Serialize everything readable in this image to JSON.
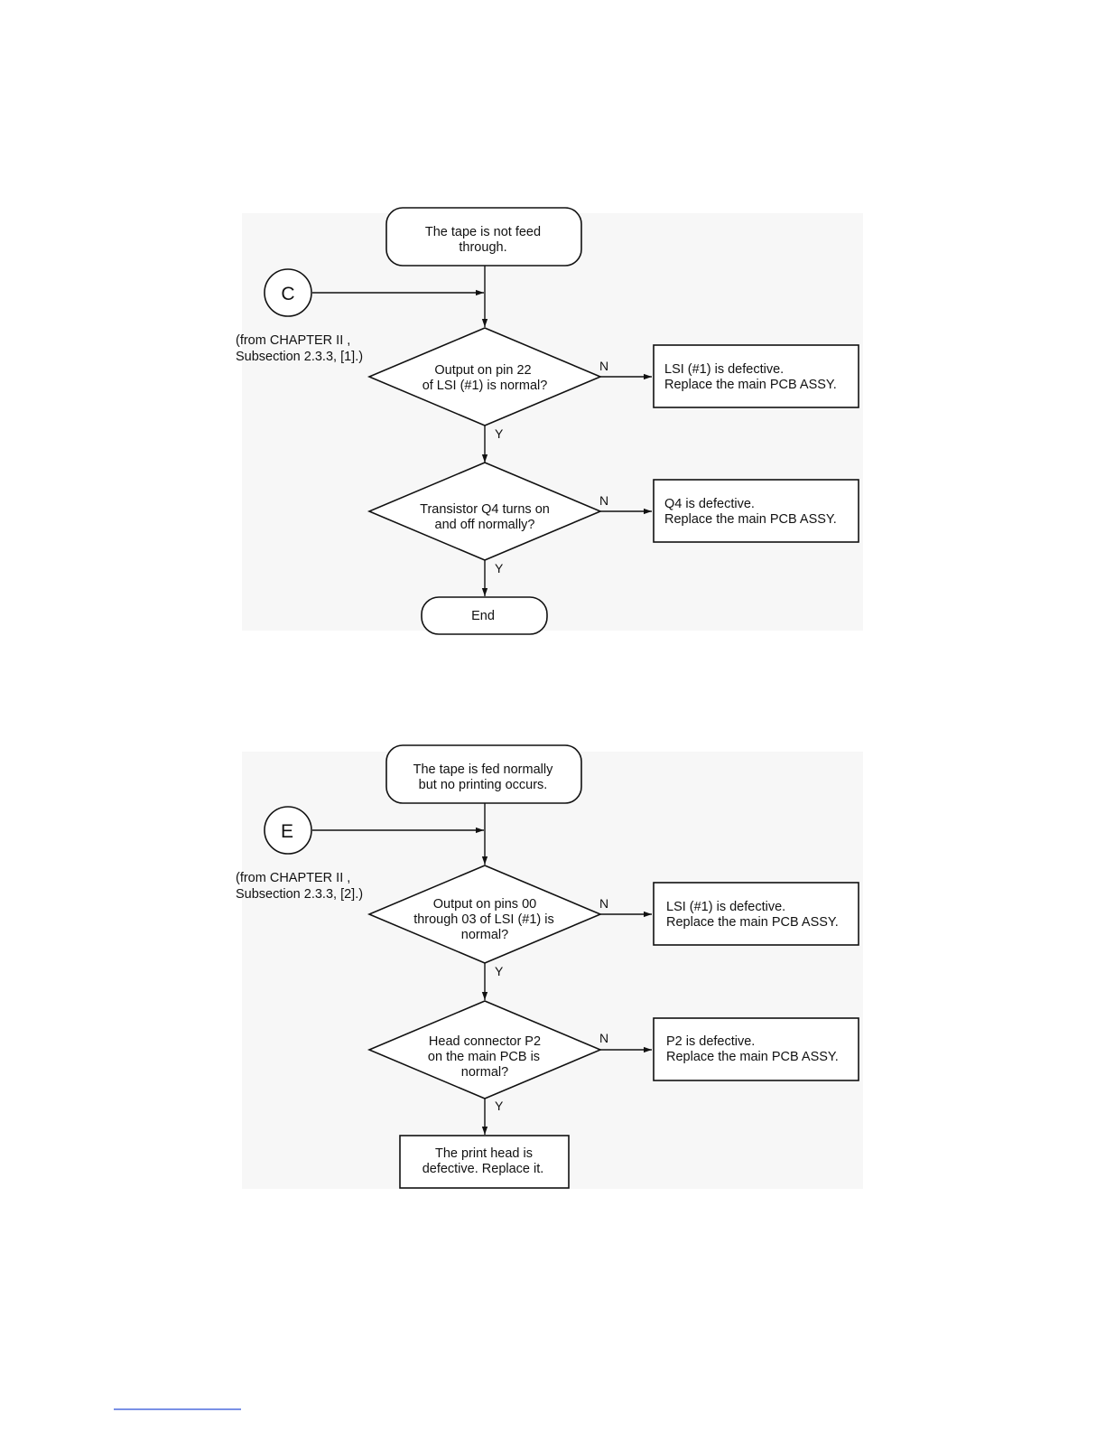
{
  "flowchart_c": {
    "start": [
      "The tape is not feed",
      "through."
    ],
    "connector": "C",
    "from_note": [
      "(from CHAPTER II ,",
      "Subsection 2.3.3, [1].)"
    ],
    "decision1": [
      "Output on pin 22",
      "of LSI (#1) is normal?"
    ],
    "decision1_no_label": "N",
    "decision1_yes_label": "Y",
    "result1": [
      "LSI (#1) is defective.",
      "Replace the main PCB ASSY."
    ],
    "decision2": [
      "Transistor Q4 turns on",
      "and off normally?"
    ],
    "decision2_no_label": "N",
    "decision2_yes_label": "Y",
    "result2": [
      "Q4 is defective.",
      "Replace the main PCB ASSY."
    ],
    "end": "End"
  },
  "flowchart_e": {
    "start": [
      "The tape is fed normally",
      "but no printing occurs."
    ],
    "connector": "E",
    "from_note": [
      "(from CHAPTER II ,",
      "Subsection 2.3.3, [2].)"
    ],
    "decision1": [
      "Output on pins 00",
      "through 03 of LSI (#1) is",
      "normal?"
    ],
    "decision1_no_label": "N",
    "decision1_yes_label": "Y",
    "result1": [
      "LSI (#1) is defective.",
      "Replace the main PCB ASSY."
    ],
    "decision2": [
      "Head connector P2",
      "on the main PCB is",
      "normal?"
    ],
    "decision2_no_label": "N",
    "decision2_yes_label": "Y",
    "result2": [
      "P2 is defective.",
      "Replace the main PCB ASSY."
    ],
    "end": [
      "The print head is",
      "defective.  Replace it."
    ]
  }
}
